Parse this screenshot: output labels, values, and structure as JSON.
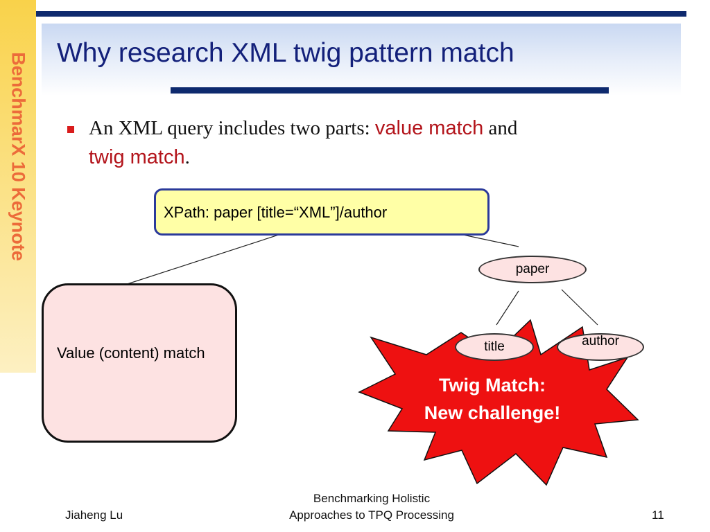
{
  "sidebar": {
    "label": "BenchmarX 10 Keynote"
  },
  "slide": {
    "title": "Why research XML twig pattern match",
    "bullet": {
      "text_before": "An XML query includes two parts: ",
      "highlight_1": "value match",
      "text_middle": " and ",
      "highlight_2": "twig match",
      "text_after": "."
    },
    "xpath_label": "XPath: paper [title=“XML”]/author",
    "value_box_label": "Value (content) match",
    "tree": {
      "root": "paper",
      "left_child": "title",
      "right_child": "author"
    },
    "callout": {
      "line_1": "Twig Match:",
      "line_2": "New challenge!"
    }
  },
  "footer": {
    "author": "Jiaheng Lu",
    "center_line_1": "Benchmarking Holistic",
    "center_line_2": "Approaches to TPQ Processing",
    "page_number": "11"
  },
  "colors": {
    "title_navy": "#13207a",
    "highlight_red": "#b3141b",
    "sidebar_orange": "#ec6b3a",
    "callout_red": "#ee1111",
    "xpath_fill": "#ffffa6",
    "node_fill": "#fde2e2"
  }
}
